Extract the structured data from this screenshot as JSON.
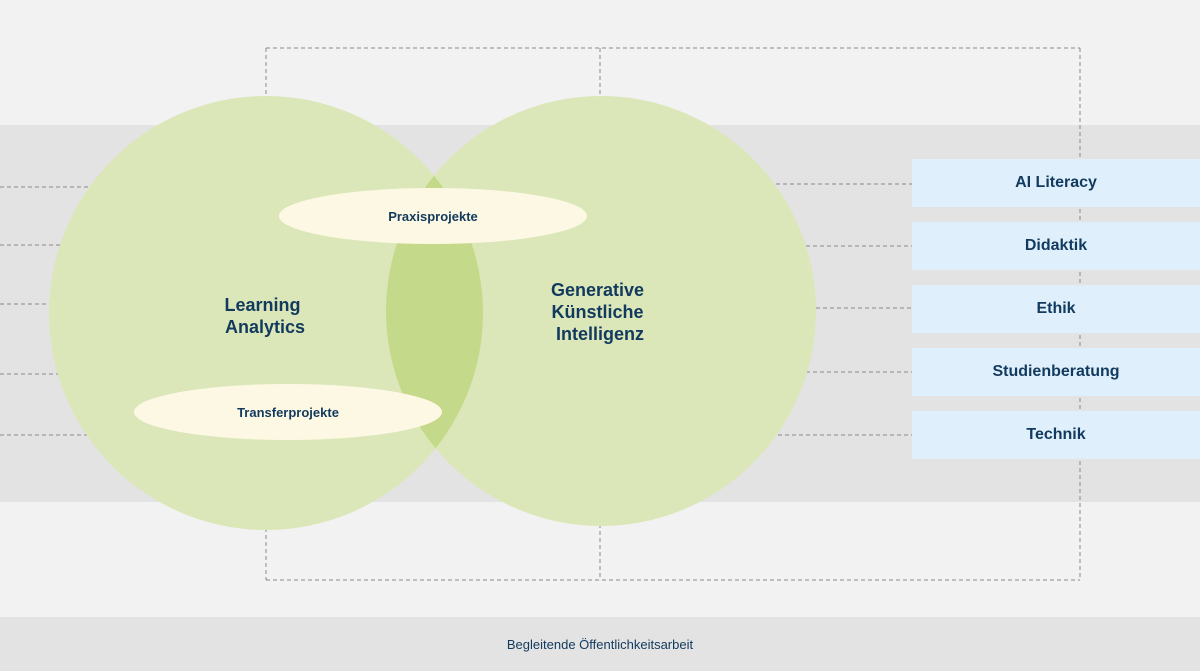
{
  "circles": {
    "left_label": [
      "Learning",
      "Analytics"
    ],
    "right_label": [
      "Generative",
      "Künstliche",
      "Intelligenz"
    ]
  },
  "ellipses": {
    "top": "Praxisprojekte",
    "bottom": "Transferprojekte"
  },
  "topics": [
    "AI Literacy",
    "Didaktik",
    "Ethik",
    "Studienberatung",
    "Technik"
  ],
  "footer": "Begleitende Öffentlichkeitsarbeit",
  "colors": {
    "circle_fill": "#dbe7b8",
    "overlap_fill": "#c5d98a",
    "ellipse_fill": "#fdf8e3",
    "topic_fill": "#dff0fc",
    "text": "#123a5e",
    "band": "#e3e3e3",
    "background": "#f2f2f2",
    "dashed_line": "#8a8a8a"
  }
}
